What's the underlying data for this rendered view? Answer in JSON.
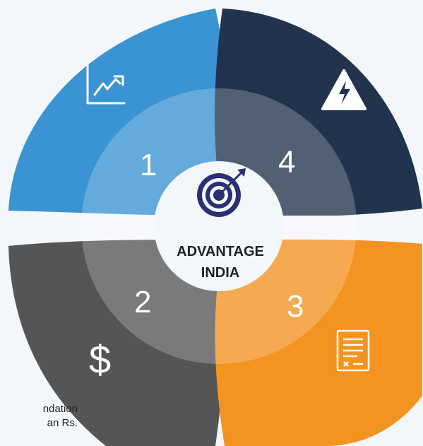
{
  "center": {
    "line1": "ADVANTAGE",
    "line2": "INDIA",
    "icon": "target-icon"
  },
  "segments": [
    {
      "number": "1",
      "color": "#3a93d2",
      "icon": "growth-chart-icon"
    },
    {
      "number": "2",
      "color": "#555555",
      "icon": "dollar-icon"
    },
    {
      "number": "3",
      "color": "#f39320",
      "icon": "document-icon"
    },
    {
      "number": "4",
      "color": "#22344d",
      "icon": "warning-lightning-icon"
    }
  ],
  "footer_fragments": {
    "line1": "ndation",
    "line2": "an  Rs."
  }
}
